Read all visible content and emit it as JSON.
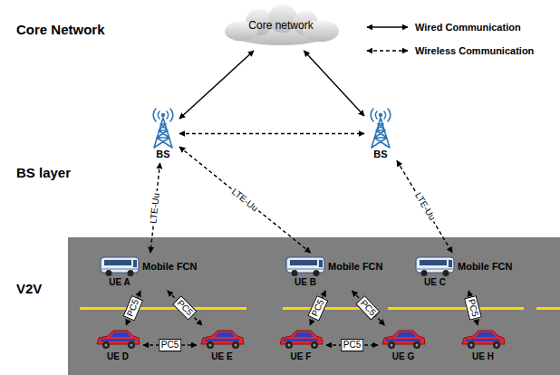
{
  "diagram": {
    "nodes": [
      {
        "text": [
          "Core network"
        ]
      },
      {
        "text": [
          "BS"
        ]
      },
      {
        "text": [
          "BS"
        ]
      },
      {
        "text": [
          "Mobile FCN",
          "UE A"
        ]
      },
      {
        "text": [
          "Mobile FCN",
          "UE B"
        ]
      },
      {
        "text": [
          "Mobile FCN",
          "UE C"
        ]
      },
      {
        "text": [
          "UE D"
        ]
      },
      {
        "text": [
          "UE E"
        ]
      },
      {
        "text": [
          "UE F"
        ]
      },
      {
        "text": [
          "UE G"
        ]
      },
      {
        "text": [
          "UE H"
        ]
      }
    ],
    "edges": [
      {
        "from": 0,
        "to": 1,
        "arrow": "both"
      },
      {
        "from": 0,
        "to": 2,
        "arrow": "both"
      },
      {
        "from": 1,
        "to": 2,
        "arrow": "both"
      },
      {
        "from": 1,
        "to": 3,
        "label": "LTE-Uu",
        "arrow": "both"
      },
      {
        "from": 1,
        "to": 4,
        "label": "LTE-Uu",
        "arrow": "both"
      },
      {
        "from": 2,
        "to": 5,
        "label": "LTE-Uu",
        "arrow": "both"
      },
      {
        "from": 3,
        "to": 6,
        "label": "PC5",
        "arrow": "both"
      },
      {
        "from": 3,
        "to": 7,
        "label": "PC5",
        "arrow": "both"
      },
      {
        "from": 6,
        "to": 7,
        "label": "PC5",
        "arrow": "both"
      },
      {
        "from": 4,
        "to": 8,
        "label": "PC5",
        "arrow": "both"
      },
      {
        "from": 4,
        "to": 9,
        "label": "PC5",
        "arrow": "both"
      },
      {
        "from": 8,
        "to": 9,
        "label": "PC5",
        "arrow": "both"
      },
      {
        "from": 5,
        "to": 10,
        "label": "PC5",
        "arrow": "both"
      }
    ],
    "labels": [
      "Core Network",
      "BS layer",
      "V2V"
    ],
    "legend": [
      {
        "text": "Wired Communication"
      },
      {
        "text": "Wireless Communication"
      }
    ]
  }
}
